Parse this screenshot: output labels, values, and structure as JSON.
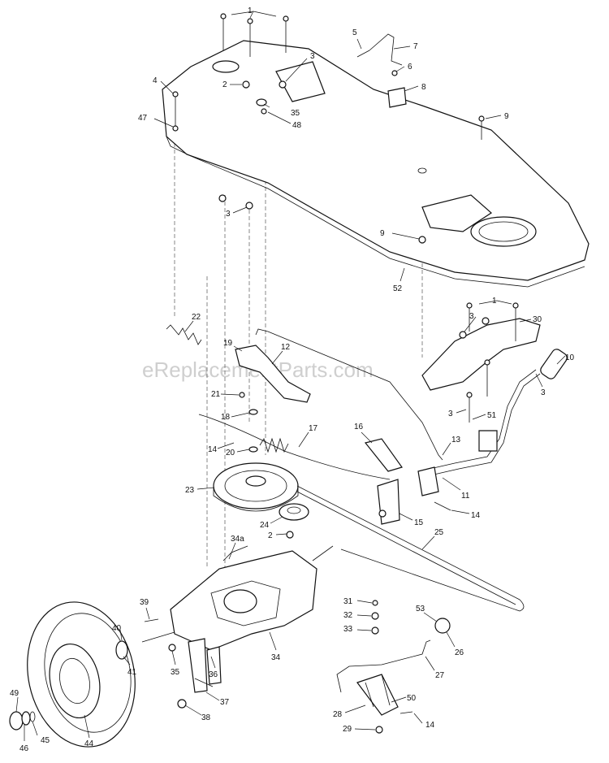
{
  "watermark": "eReplacementParts.com",
  "callouts": [
    "1",
    "2",
    "3",
    "4",
    "5",
    "6",
    "7",
    "8",
    "9",
    "10",
    "11",
    "12",
    "13",
    "14",
    "15",
    "16",
    "17",
    "18",
    "19",
    "20",
    "21",
    "22",
    "23",
    "24",
    "25",
    "26",
    "27",
    "28",
    "29",
    "30",
    "31",
    "32",
    "33",
    "34",
    "34a",
    "35",
    "36",
    "37",
    "38",
    "39",
    "40",
    "41",
    "44",
    "45",
    "46",
    "47",
    "48",
    "49",
    "50",
    "51",
    "52",
    "53"
  ]
}
